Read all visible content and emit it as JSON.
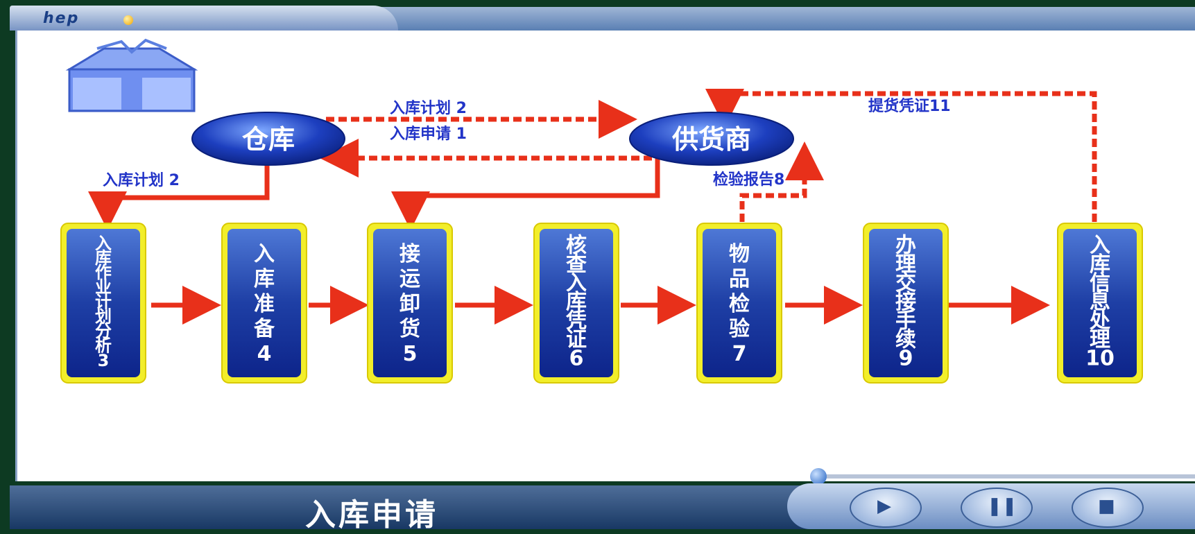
{
  "header": {
    "logo_text": "hep"
  },
  "nodes": {
    "warehouse": "仓库",
    "supplier": "供货商"
  },
  "edge_labels": {
    "plan_top": "入库计划 2",
    "apply": "入库申请 1",
    "plan_left": "入库计划 2",
    "inspect_report": "检验报告8",
    "pickup": "提货凭证11"
  },
  "steps": [
    {
      "label": "入库作业计划分析",
      "num": "3"
    },
    {
      "label": "入库准备",
      "num": "4"
    },
    {
      "label": "接运卸货",
      "num": "5"
    },
    {
      "label": "核查入库凭证",
      "num": "6"
    },
    {
      "label": "物品检验",
      "num": "7"
    },
    {
      "label": "办理交接手续",
      "num": "9"
    },
    {
      "label": "入库信息处理",
      "num": "10"
    }
  ],
  "footer": {
    "title": "入库申请"
  },
  "controls": {
    "play_icon": "play-icon",
    "pause_icon": "pause-icon",
    "stop_icon": "stop-icon"
  }
}
